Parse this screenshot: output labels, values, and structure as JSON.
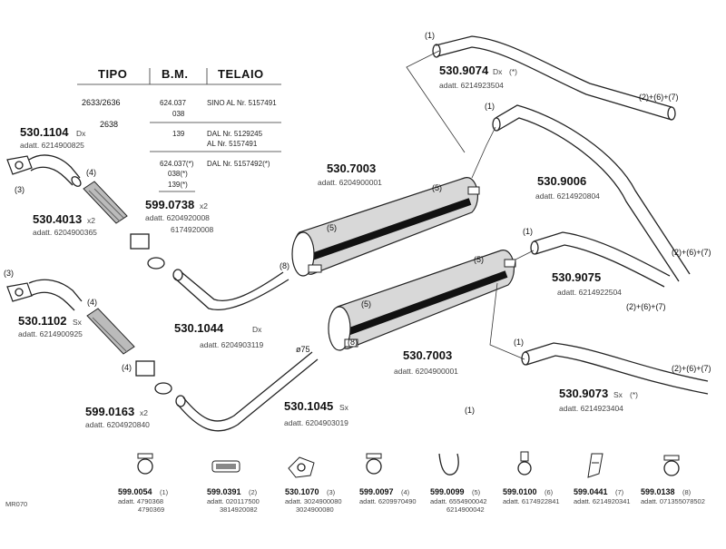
{
  "table": {
    "headers": [
      "TIPO",
      "B.M.",
      "TELAIO"
    ],
    "rows": [
      {
        "tipo": "2633/2636",
        "bm": "624.037",
        "telaio": "SINO AL Nr. 5157491"
      },
      {
        "tipo": "",
        "bm": "038",
        "telaio": ""
      },
      {
        "tipo": "2638",
        "bm": "",
        "telaio": ""
      },
      {
        "tipo": "",
        "bm": "139",
        "telaio": "DAL Nr. 5129245"
      },
      {
        "tipo": "",
        "bm": "",
        "telaio": "AL Nr. 5157491"
      },
      {
        "tipo": "",
        "bm": "624.037(*)",
        "telaio": "DAL Nr. 5157492(*)"
      },
      {
        "tipo": "",
        "bm": "038(*)",
        "telaio": ""
      },
      {
        "tipo": "",
        "bm": "139(*)",
        "telaio": ""
      }
    ]
  },
  "parts": {
    "p1104": {
      "number": "530.1104",
      "side": "Dx",
      "adatt": "adatt. 6214900825"
    },
    "p4013": {
      "number": "530.4013",
      "qty": "x2",
      "adatt": "adatt. 6204900365"
    },
    "p1102": {
      "number": "530.1102",
      "side": "Sx",
      "adatt": "adatt. 6214900925"
    },
    "p0163": {
      "number": "599.0163",
      "qty": "x2",
      "adatt": "adatt. 6204920840"
    },
    "p0738": {
      "number": "599.0738",
      "qty": "x2",
      "adatt": "adatt. 6204920008",
      "adatt2": "6174920008"
    },
    "p1044": {
      "number": "530.1044",
      "side": "Dx",
      "adatt": "adatt. 6204903119"
    },
    "p1045": {
      "number": "530.1045",
      "side": "Sx",
      "adatt": "adatt. 6204903019"
    },
    "p7003a": {
      "number": "530.7003",
      "adatt": "adatt. 6204900001"
    },
    "p7003b": {
      "number": "530.7003",
      "adatt": "adatt. 6204900001"
    },
    "p9074": {
      "number": "530.9074",
      "side": "Dx",
      "star": "(*)",
      "adatt": "adatt. 6214923504"
    },
    "p9006": {
      "number": "530.9006",
      "adatt": "adatt. 6214920804"
    },
    "p9075": {
      "number": "530.9075",
      "adatt": "adatt. 6214922504"
    },
    "p9073": {
      "number": "530.9073",
      "side": "Sx",
      "star": "(*)",
      "adatt": "adatt. 6214923404"
    }
  },
  "callouts": {
    "c1": "(1)",
    "c2": "(2)",
    "c3": "(3)",
    "c4": "(4)",
    "c5": "(5)",
    "c8": "(8)",
    "combo": "(2)+(6)+(7)",
    "d75": "ø75"
  },
  "bottom": [
    {
      "number": "599.0054",
      "ref": "(1)",
      "adatt": "adatt. 4790368",
      "adatt2": "4790369",
      "icon": "clamp-icon"
    },
    {
      "number": "599.0391",
      "ref": "(2)",
      "adatt": "adatt. 020117500",
      "adatt2": "3814920082",
      "icon": "band-clamp-icon"
    },
    {
      "number": "530.1070",
      "ref": "(3)",
      "adatt": "adatt. 3024900080",
      "adatt2": "3024900080",
      "icon": "gasket-icon"
    },
    {
      "number": "599.0097",
      "ref": "(4)",
      "adatt": "adatt. 6209970490",
      "adatt2": "",
      "icon": "clamp-icon"
    },
    {
      "number": "599.0099",
      "ref": "(5)",
      "adatt": "adatt. 6554900042",
      "adatt2": "6214900042",
      "icon": "hanger-icon"
    },
    {
      "number": "599.0100",
      "ref": "(6)",
      "adatt": "adatt. 6174922841",
      "adatt2": "",
      "icon": "bracket-clamp-icon"
    },
    {
      "number": "599.0441",
      "ref": "(7)",
      "adatt": "adatt. 6214920341",
      "adatt2": "",
      "icon": "mount-bracket-icon"
    },
    {
      "number": "599.0138",
      "ref": "(8)",
      "adatt": "adatt. 071355078502",
      "adatt2": "",
      "icon": "clamp-icon"
    }
  ],
  "footer_code": "MR070"
}
